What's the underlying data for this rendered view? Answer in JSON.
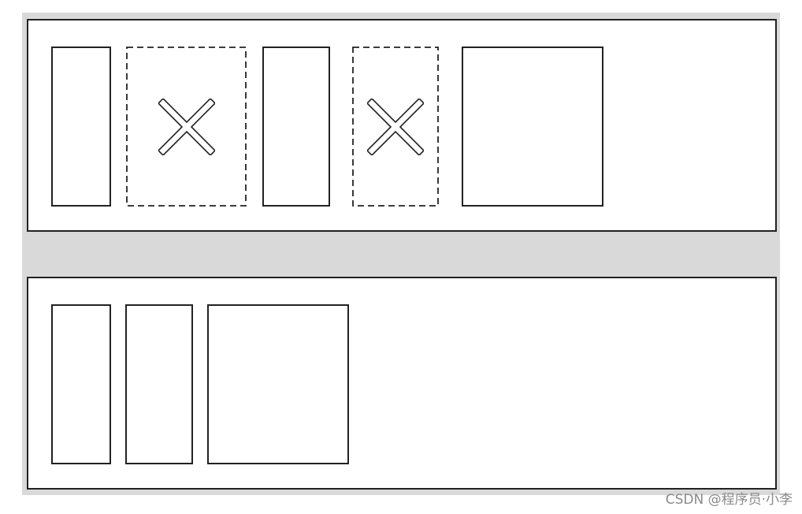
{
  "colors": {
    "background": "#d9d9d9",
    "panel_fill": "#ffffff",
    "stroke": "#222222",
    "watermark": "#8a8a8a"
  },
  "panels": [
    {
      "id": "panel-top",
      "boxes": [
        {
          "style": "solid",
          "crossed": false
        },
        {
          "style": "dashed",
          "crossed": true
        },
        {
          "style": "solid",
          "crossed": false
        },
        {
          "style": "dashed",
          "crossed": true
        },
        {
          "style": "solid",
          "crossed": false
        }
      ]
    },
    {
      "id": "panel-bottom",
      "boxes": [
        {
          "style": "solid",
          "crossed": false
        },
        {
          "style": "solid",
          "crossed": false
        },
        {
          "style": "solid",
          "crossed": false
        }
      ]
    }
  ],
  "watermark": "CSDN @程序员·小李"
}
